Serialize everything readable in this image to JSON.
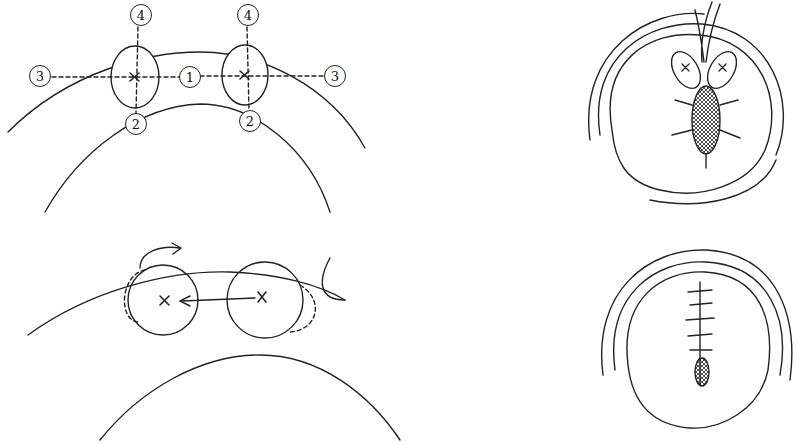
{
  "diagram": {
    "nodes": [
      {
        "text": [
          "4"
        ]
      },
      {
        "text": [
          "4"
        ]
      },
      {
        "text": [
          "3"
        ]
      },
      {
        "text": [
          "1"
        ]
      },
      {
        "text": [
          "3"
        ]
      },
      {
        "text": [
          "2"
        ]
      },
      {
        "text": [
          "2"
        ]
      }
    ]
  }
}
